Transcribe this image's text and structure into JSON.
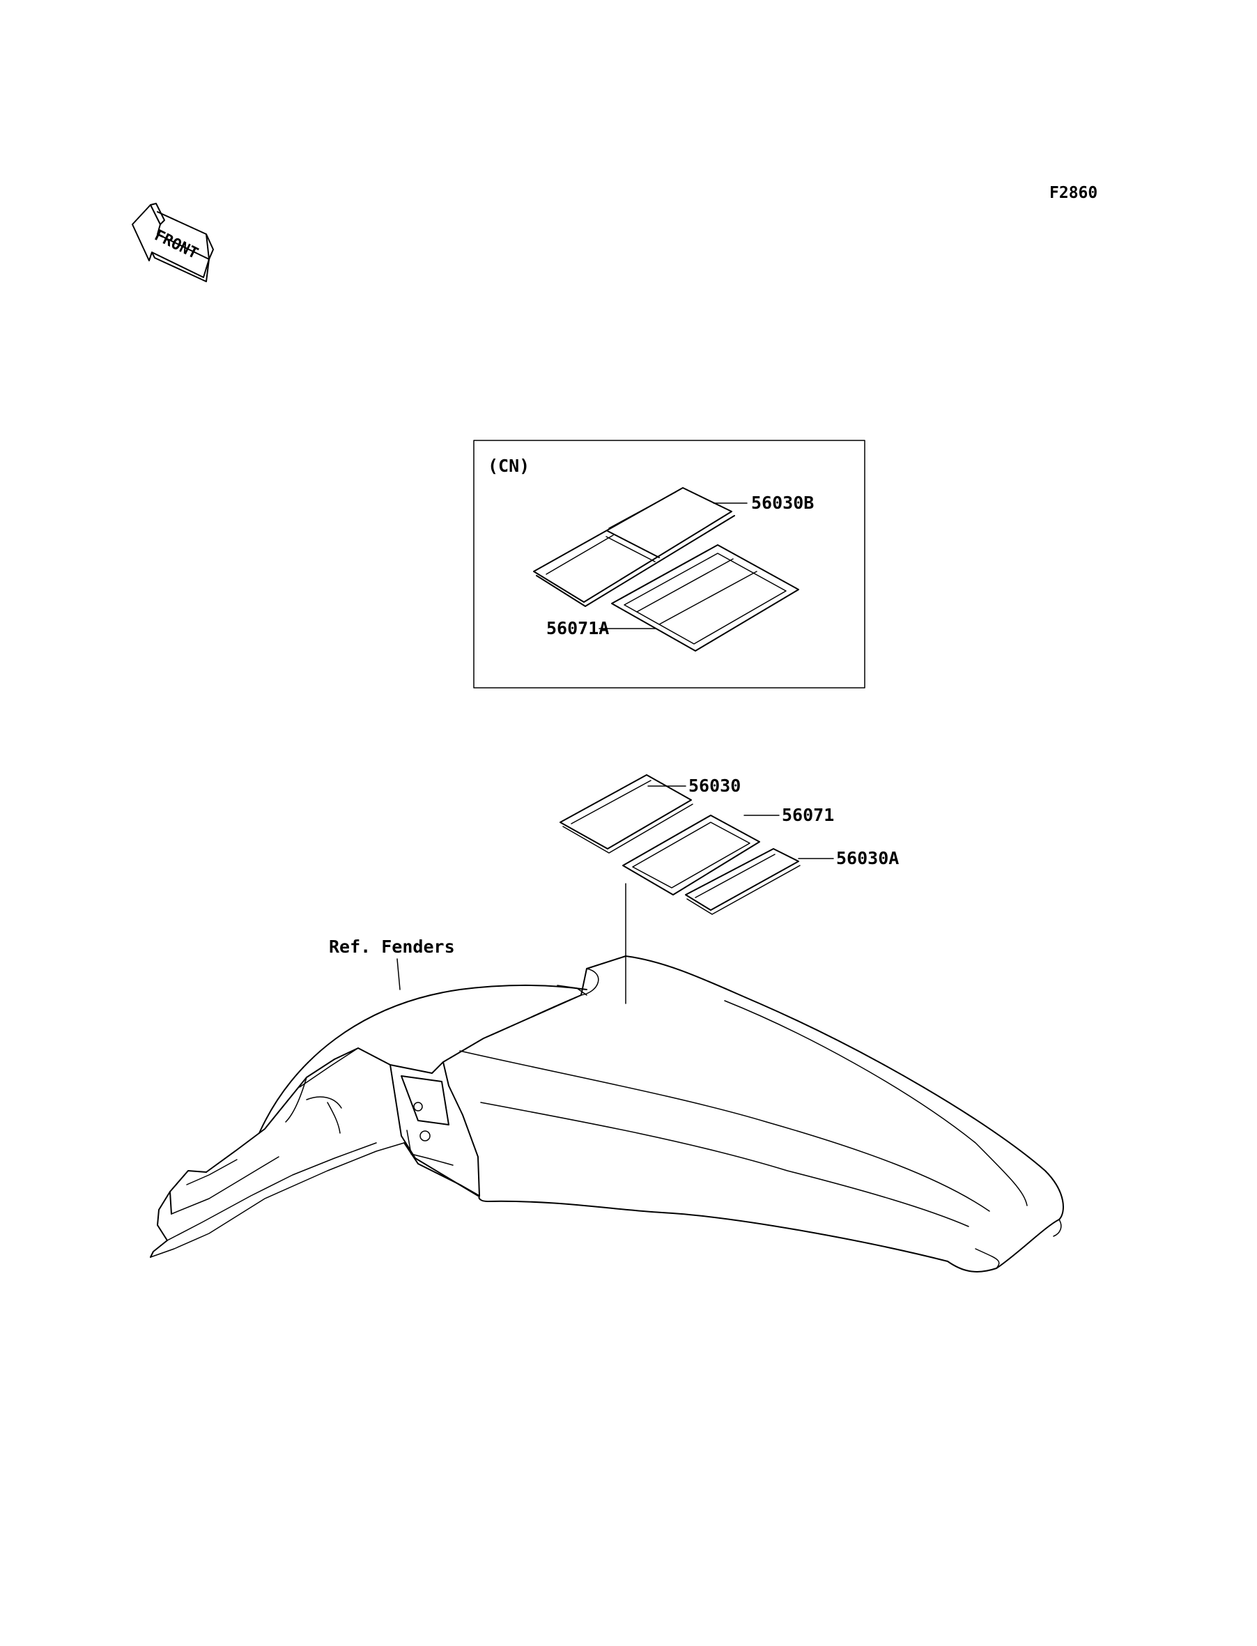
{
  "figure_code": "F2860",
  "front_arrow_text": "FRONT",
  "inset": {
    "region_label": "(CN)",
    "parts": {
      "p56030B": "56030B",
      "p56071A": "56071A"
    }
  },
  "main": {
    "parts": {
      "p56030": "56030",
      "p56071": "56071",
      "p56030A": "56030A"
    },
    "reference": "Ref. Fenders"
  }
}
